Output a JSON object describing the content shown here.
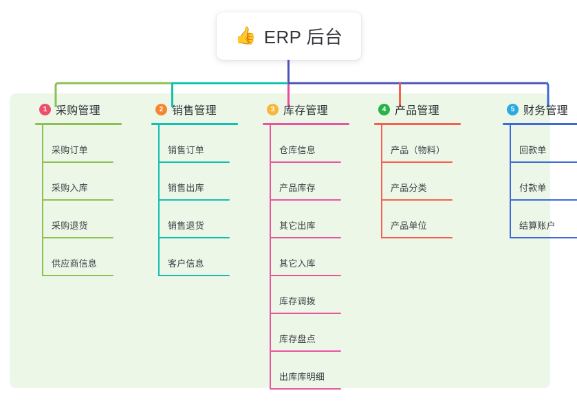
{
  "diagram": {
    "type": "org-chart",
    "title": "ERP 后台",
    "root": {
      "icon": "thumbs-up-emoji",
      "emoji": "👍",
      "label": "ERP 后台"
    },
    "panel_color": "#edf7e8",
    "root_stem_color": "#4b55b5",
    "branches": [
      {
        "number": "1",
        "label": "采购管理",
        "badge_color": "#ee4e6e",
        "line_color": "#8cc152",
        "connector_color": "#8cc152",
        "items": [
          "采购订单",
          "采购入库",
          "采购退货",
          "供应商信息"
        ]
      },
      {
        "number": "2",
        "label": "销售管理",
        "badge_color": "#f5862e",
        "line_color": "#12bfb0",
        "connector_color": "#12bfb0",
        "items": [
          "销售订单",
          "销售出库",
          "销售退货",
          "客户信息"
        ]
      },
      {
        "number": "3",
        "label": "库存管理",
        "badge_color": "#f5b83d",
        "line_color": "#e8559f",
        "connector_color": "#ec4899",
        "items": [
          "仓库信息",
          "产品库存",
          "其它出库",
          "其它入库",
          "库存调拨",
          "库存盘点",
          "出库库明细"
        ]
      },
      {
        "number": "4",
        "label": "产品管理",
        "badge_color": "#27b34a",
        "line_color": "#f4604d",
        "connector_color": "#f4604d",
        "items": [
          "产品（物料）",
          "产品分类",
          "产品单位"
        ]
      },
      {
        "number": "5",
        "label": "财务管理",
        "badge_color": "#29abe2",
        "line_color": "#3d6ad6",
        "connector_color": "#3d6ad6",
        "items": [
          "回款单",
          "付款单",
          "结算账户"
        ]
      }
    ]
  }
}
